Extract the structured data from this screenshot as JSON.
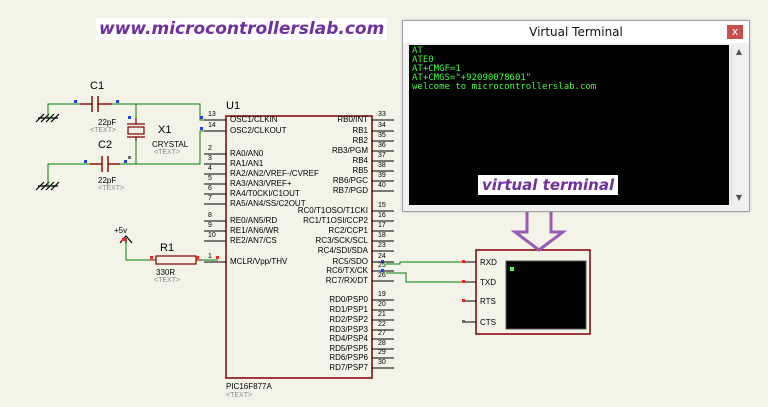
{
  "header": {
    "site_url": "www.microcontrollerslab.com"
  },
  "terminal": {
    "title": "Virtual Terminal",
    "close_label": "x",
    "lines": [
      "AT",
      "ATE0",
      "AT+CMGF=1",
      "AT+CMGS=\"+92090078601\"",
      "welcome to microcontrollerslab.com"
    ],
    "callout": "virtual terminal"
  },
  "schematic": {
    "mcu": {
      "ref": "U1",
      "part": "PIC16F877A",
      "text_placeholder": "<TEXT>",
      "left_pins": [
        {
          "num": "13",
          "name": "OSC1/CLKIN"
        },
        {
          "num": "14",
          "name": "OSC2/CLKOUT"
        },
        {
          "num": "2",
          "name": "RA0/AN0"
        },
        {
          "num": "3",
          "name": "RA1/AN1"
        },
        {
          "num": "4",
          "name": "RA2/AN2/VREF-/CVREF"
        },
        {
          "num": "5",
          "name": "RA3/AN3/VREF+"
        },
        {
          "num": "6",
          "name": "RA4/T0CKI/C1OUT"
        },
        {
          "num": "7",
          "name": "RA5/AN4/SS/C2OUT"
        },
        {
          "num": "8",
          "name": "RE0/AN5/RD"
        },
        {
          "num": "9",
          "name": "RE1/AN6/WR"
        },
        {
          "num": "10",
          "name": "RE2/AN7/CS"
        },
        {
          "num": "1",
          "name": "MCLR/Vpp/THV"
        }
      ],
      "right_pins": [
        {
          "num": "33",
          "name": "RB0/INT"
        },
        {
          "num": "34",
          "name": "RB1"
        },
        {
          "num": "35",
          "name": "RB2"
        },
        {
          "num": "36",
          "name": "RB3/PGM"
        },
        {
          "num": "37",
          "name": "RB4"
        },
        {
          "num": "38",
          "name": "RB5"
        },
        {
          "num": "39",
          "name": "RB6/PGC"
        },
        {
          "num": "40",
          "name": "RB7/PGD"
        },
        {
          "num": "15",
          "name": "RC0/T1OSO/T1CKI"
        },
        {
          "num": "16",
          "name": "RC1/T1OSI/CCP2"
        },
        {
          "num": "17",
          "name": "RC2/CCP1"
        },
        {
          "num": "18",
          "name": "RC3/SCK/SCL"
        },
        {
          "num": "23",
          "name": "RC4/SDI/SDA"
        },
        {
          "num": "24",
          "name": "RC5/SDO"
        },
        {
          "num": "25",
          "name": "RC6/TX/CK"
        },
        {
          "num": "26",
          "name": "RC7/RX/DT"
        },
        {
          "num": "19",
          "name": "RD0/PSP0"
        },
        {
          "num": "20",
          "name": "RD1/PSP1"
        },
        {
          "num": "21",
          "name": "RD2/PSP2"
        },
        {
          "num": "22",
          "name": "RD3/PSP3"
        },
        {
          "num": "27",
          "name": "RD4/PSP4"
        },
        {
          "num": "28",
          "name": "RD5/PSP5"
        },
        {
          "num": "29",
          "name": "RD6/PSP6"
        },
        {
          "num": "30",
          "name": "RD7/PSP7"
        }
      ]
    },
    "c1": {
      "ref": "C1",
      "value": "22pF",
      "text": "<TEXT>"
    },
    "c2": {
      "ref": "C2",
      "value": "22pF",
      "text": "<TEXT>"
    },
    "x1": {
      "ref": "X1",
      "value": "CRYSTAL",
      "text": "<TEXT>"
    },
    "r1": {
      "ref": "R1",
      "value": "330R",
      "text": "<TEXT>"
    },
    "power": {
      "label": "+5v"
    },
    "vterm": {
      "pins": [
        "RXD",
        "TXD",
        "RTS",
        "CTS"
      ]
    }
  },
  "colors": {
    "wire": "#008000",
    "component": "#800000",
    "pin_red": "#ff2020",
    "pin_blue": "#2040ff",
    "body_fill": "#f3f3e8",
    "ground": "#000000",
    "accent": "#7030a0"
  }
}
